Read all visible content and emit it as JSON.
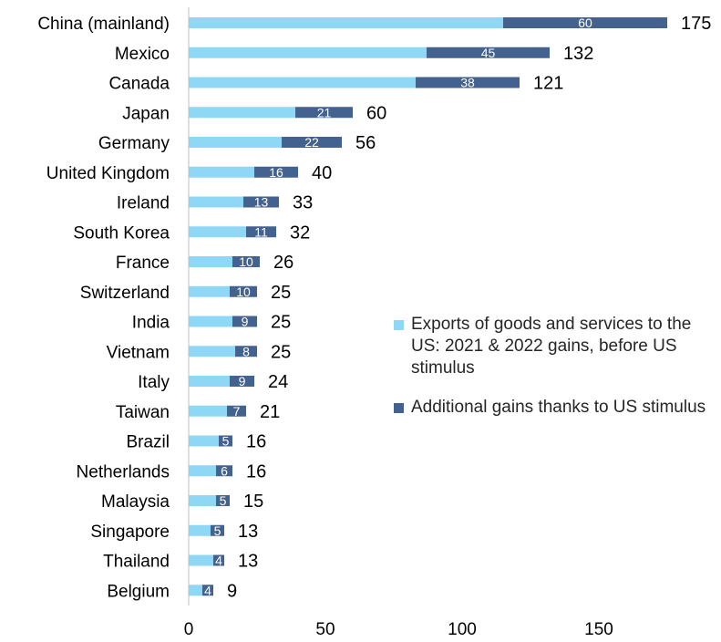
{
  "chart_data": {
    "type": "bar",
    "orientation": "horizontal",
    "stacked": true,
    "categories": [
      "China (mainland)",
      "Mexico",
      "Canada",
      "Japan",
      "Germany",
      "United Kingdom",
      "Ireland",
      "South Korea",
      "France",
      "Switzerland",
      "India",
      "Vietnam",
      "Italy",
      "Taiwan",
      "Brazil",
      "Netherlands",
      "Malaysia",
      "Singapore",
      "Thailand",
      "Belgium"
    ],
    "series": [
      {
        "name": "Exports of goods and services to the US: 2021 & 2022 gains, before US stimulus",
        "color": "#8fd8f5",
        "values": [
          115,
          87,
          83,
          39,
          34,
          24,
          20,
          21,
          16,
          15,
          16,
          17,
          15,
          14,
          11,
          10,
          10,
          8,
          9,
          5
        ]
      },
      {
        "name": "Additional gains thanks to US stimulus",
        "color": "#44628f",
        "values": [
          60,
          45,
          38,
          21,
          22,
          16,
          13,
          11,
          10,
          10,
          9,
          8,
          9,
          7,
          5,
          6,
          5,
          5,
          4,
          4
        ]
      }
    ],
    "totals": [
      175,
      132,
      121,
      60,
      56,
      40,
      33,
      32,
      26,
      25,
      25,
      25,
      24,
      21,
      16,
      16,
      15,
      13,
      13,
      9
    ],
    "xlim": [
      0,
      175
    ],
    "xticks": [
      0,
      50,
      100,
      150
    ],
    "grid": false,
    "legend_position": "right"
  }
}
